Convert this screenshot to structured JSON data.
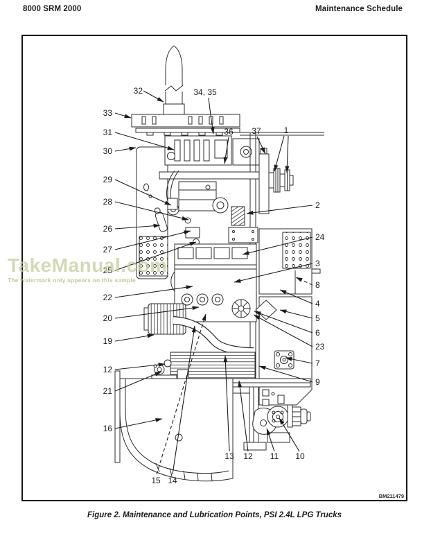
{
  "header": {
    "left": "8000 SRM 2000",
    "right": "Maintenance Schedule"
  },
  "figure": {
    "code": "BM211479",
    "caption": "Figure 2. Maintenance and Lubrication Points, PSI 2.4L LPG Trucks"
  },
  "watermark": {
    "title": "TakeManual.com",
    "subtitle": "The watermark only appears on this sample"
  },
  "colors": {
    "ink": "#1c1c1c",
    "line": "#2b2b2b",
    "watermark_title": "#c6cc9e",
    "watermark_subtitle": "#b7bf85"
  },
  "diagram": {
    "subject": "Side view of PSI 2.4L LPG lift truck engine compartment with numbered maintenance and lubrication points",
    "callouts": {
      "c32": "32",
      "c33": "33",
      "c31": "31",
      "c30": "30",
      "c29": "29",
      "c28": "28",
      "c26": "26",
      "c27": "27",
      "c25": "25",
      "c22": "22",
      "c20": "20",
      "c19": "19",
      "c12l": "12",
      "c21": "21",
      "c16": "16",
      "c34_35": "34, 35",
      "c36": "36",
      "c37": "37",
      "c1": "1",
      "c2": "2",
      "c24": "24",
      "c3": "3",
      "c8": "8",
      "c4": "4",
      "c5": "5",
      "c6": "6",
      "c23": "23",
      "c7": "7",
      "c9": "9",
      "c10": "10",
      "c11": "11",
      "c12b": "12",
      "c13": "13",
      "c14": "14",
      "c15": "15"
    }
  }
}
